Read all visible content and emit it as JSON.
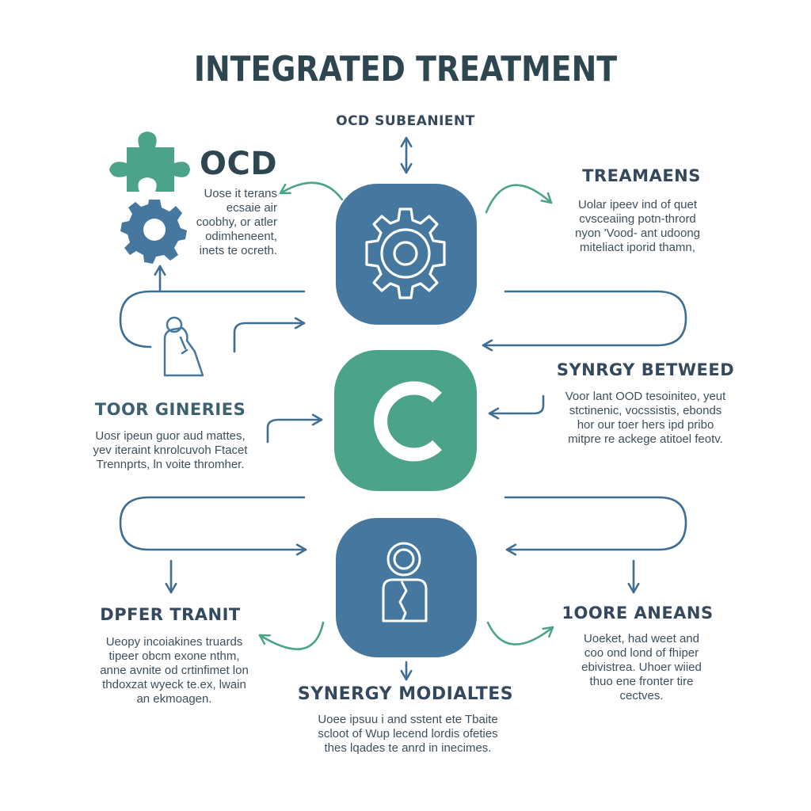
{
  "title": "INTEGRATED TREATMENT",
  "colors": {
    "blue": "#46789f",
    "green": "#4ba48a",
    "ink": "#2e4650",
    "line": "#3f6e93"
  },
  "icons": [
    "puzzle-icon",
    "gear-icon",
    "hand-icon",
    "gear-outline-icon",
    "c-letter-icon",
    "person-icon"
  ],
  "center": {
    "middle_letter": "C"
  },
  "sections": {
    "ocd": {
      "heading": "OCD",
      "body": "Uose it terans\necsaie air\ncoobhy, or atler\nodimheneent,\ninets te ocreth."
    },
    "subeanient": {
      "heading": "OCD SUBEANIENT"
    },
    "treamaens": {
      "heading": "TREAMAENS",
      "body": "Uolar ipeev ind of quet\ncvsceaiing potn-thrord\nnyon 'Vood- ant udoong\nmiteliact iporid thamn,"
    },
    "toor": {
      "heading": "TOOR GINERIES",
      "body": "Uosr ipeun guor aud mattes,\nyev iteraint knrolcuvoh Ftacet\nTrennprts, ln voite thromher."
    },
    "synergy_between": {
      "heading": "SYNRGY BETWEED",
      "body": "Voor lant OOD tesoiniteo, yeut\nstctinenic, vocssistis, ebonds\nhor our toer hers ipd pribo\nmitpre re ackege atitoel feotv."
    },
    "dpfer": {
      "heading": "DPFER TRANIT",
      "body": "Ueopy incoiakines truards\ntipeer obcm exone nthm,\nanne avnite od crtinfimet lon\nthdoxzat wyeck te.ex, lwain\nan ekmoagen."
    },
    "iore": {
      "heading": "1OORE ANEANS",
      "body": "Uoeket, had weet and\ncoo ond lond of fhiper\nebivistrea. Uhoer wiied\nthuo ene fronter tire\ncectves."
    },
    "modiates": {
      "heading": "SYNERGY MODIALTES",
      "body": "Uoee ipsuu i and sstent ete Tbaite\nscloot of Wup lecend lordis ofeties\nthes lqades te anrd in inecimes."
    }
  }
}
